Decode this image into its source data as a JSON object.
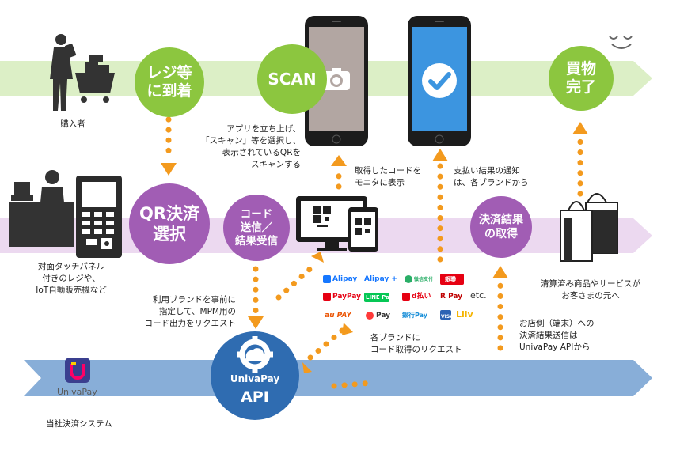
{
  "colors": {
    "green": "#8cc63f",
    "green_band": "#dcefc6",
    "purple": "#a15db4",
    "purple_band": "#ecd9f0",
    "blue_band": "#88aed8",
    "orange": "#f39a1e",
    "phone_screen_scan": "#b2a6a2",
    "phone_screen_done": "#3c95e0"
  },
  "steps": {
    "arrive": "レジ等\nに到着",
    "scan": "SCAN",
    "complete": "買物\n完了",
    "qr_select": "QR決済\n選択",
    "send": "コード\n送信／\n結果受信",
    "result": "決済結果\nの取得",
    "api_name": "UnivaPay",
    "api_label": "API"
  },
  "labels": {
    "buyer": "購入者",
    "register": "対面タッチパネル\n付きのレジや、\nIoT自動販売機など",
    "company_system": "当社決済システム",
    "univapay_logo": "UnivaPay"
  },
  "annotations": {
    "scan_desc": "アプリを立ち上げ、\n「スキャン」等を選択し、\n表示されているQRを\nスキャンする",
    "code_display": "取得したコードを\nモニタに表示",
    "notify": "支払い結果の通知\nは、各ブランドから",
    "brand_request": "利用ブランドを事前に\n指定して、MPM用の\nコード出力をリクエスト",
    "code_request": "各ブランドに\nコード取得のリクエスト",
    "settle_send": "お店側（端末）への\n決済結果送信は\nUnivaPay APIから",
    "goods": "清算済み商品やサービスが\nお客さまの元へ"
  },
  "brands": {
    "alipay": "Alipay",
    "alipay_plus": "Alipay +",
    "wechat": "微信支付",
    "ginko": "銀聯",
    "paypay1": "PayPay",
    "linepay": "LINE Pay",
    "dbarai": "d払い",
    "rpay": "R Pay",
    "etc": "etc.",
    "aupay": "au PAY",
    "merpay": "Pay",
    "ginkopay": "銀行Pay",
    "visa": "VISA",
    "liiv": "Liiv"
  }
}
